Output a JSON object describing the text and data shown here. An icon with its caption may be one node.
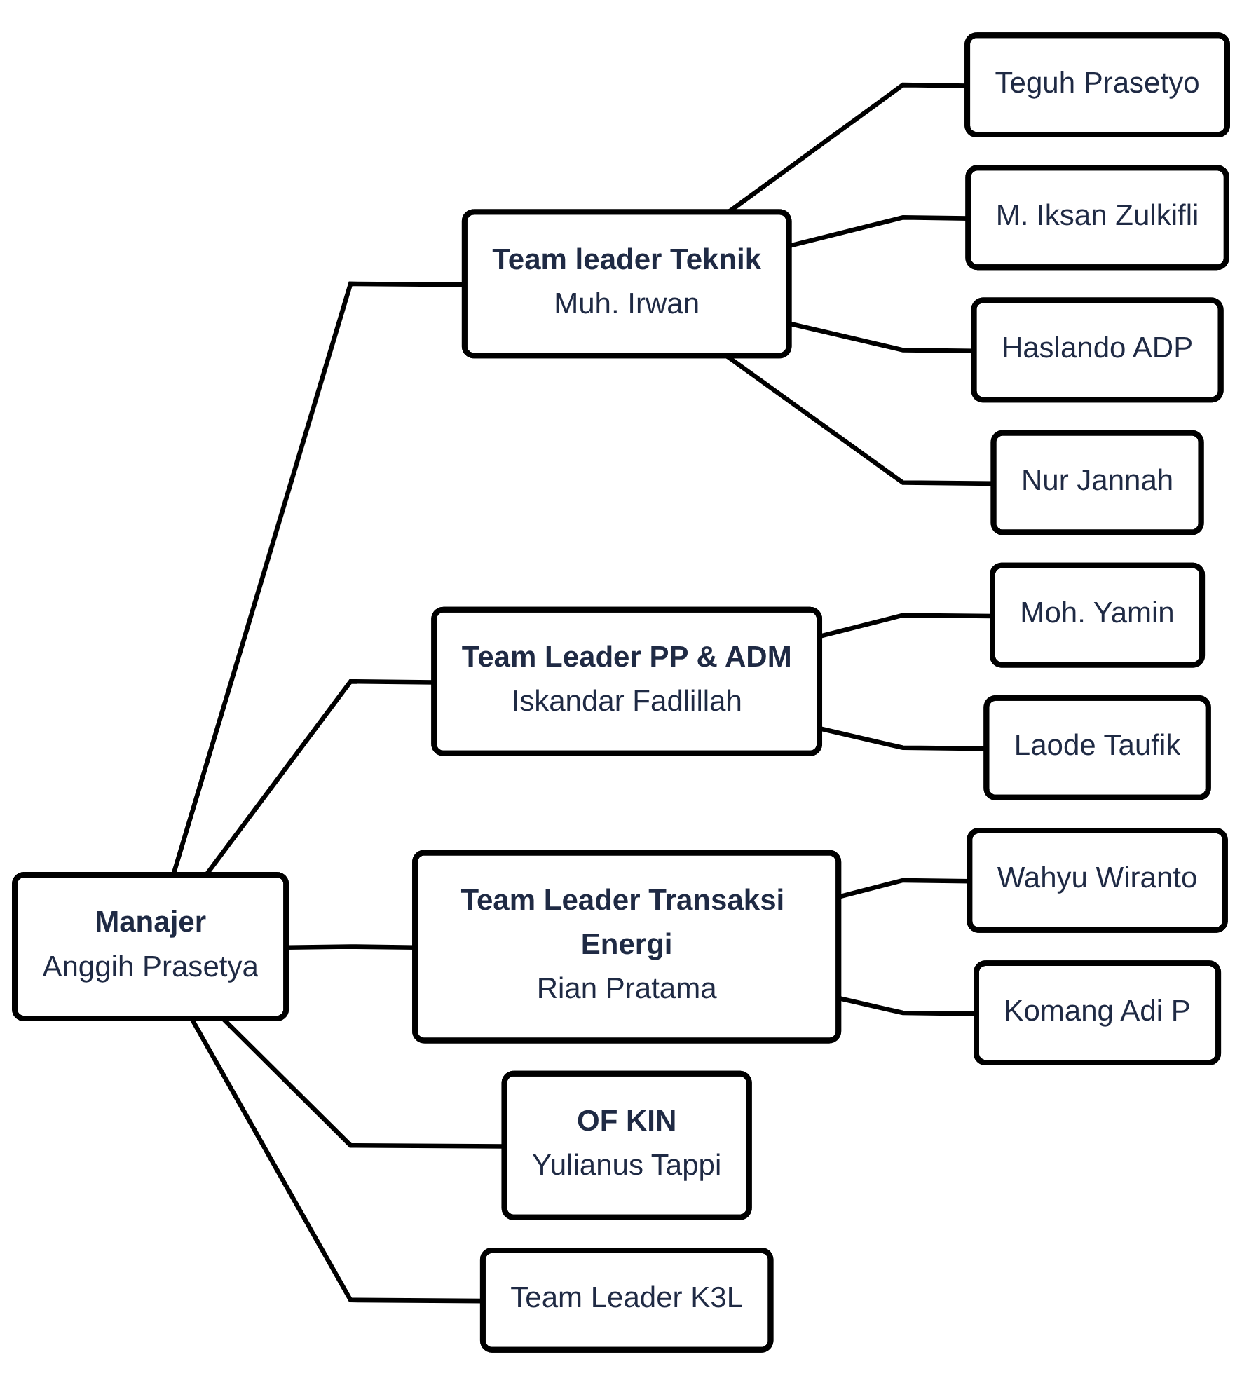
{
  "diagram": {
    "nodes": [
      {
        "text": [
          "Manajer",
          "Anggih Prasetya"
        ]
      },
      {
        "text": [
          "Team leader Teknik",
          "Muh. Irwan"
        ]
      },
      {
        "text": [
          "Teguh Prasetyo"
        ]
      },
      {
        "text": [
          "M. Iksan Zulkifli"
        ]
      },
      {
        "text": [
          "Haslando ADP"
        ]
      },
      {
        "text": [
          "Nur Jannah"
        ]
      },
      {
        "text": [
          "Team Leader PP & ADM",
          "Iskandar Fadlillah"
        ]
      },
      {
        "text": [
          "Moh. Yamin"
        ]
      },
      {
        "text": [
          "Laode Taufik"
        ]
      },
      {
        "text": [
          "Team Leader Transaksi Energi",
          "Rian Pratama"
        ]
      },
      {
        "text": [
          "Wahyu Wiranto"
        ]
      },
      {
        "text": [
          "Komang Adi P"
        ]
      },
      {
        "text": [
          "OF KIN",
          "Yulianus Tappi"
        ]
      },
      {
        "text": [
          "Team Leader K3L"
        ]
      }
    ],
    "edges": [
      {
        "from": 0,
        "to": 1,
        "arrow": "none"
      },
      {
        "from": 1,
        "to": 2,
        "arrow": "none"
      },
      {
        "from": 1,
        "to": 3,
        "arrow": "none"
      },
      {
        "from": 1,
        "to": 4,
        "arrow": "none"
      },
      {
        "from": 1,
        "to": 5,
        "arrow": "none"
      },
      {
        "from": 0,
        "to": 6,
        "arrow": "none"
      },
      {
        "from": 6,
        "to": 7,
        "arrow": "none"
      },
      {
        "from": 6,
        "to": 8,
        "arrow": "none"
      },
      {
        "from": 0,
        "to": 9,
        "arrow": "none"
      },
      {
        "from": 9,
        "to": 10,
        "arrow": "none"
      },
      {
        "from": 9,
        "to": 11,
        "arrow": "none"
      },
      {
        "from": 0,
        "to": 12,
        "arrow": "none"
      },
      {
        "from": 0,
        "to": 13,
        "arrow": "none"
      }
    ]
  }
}
